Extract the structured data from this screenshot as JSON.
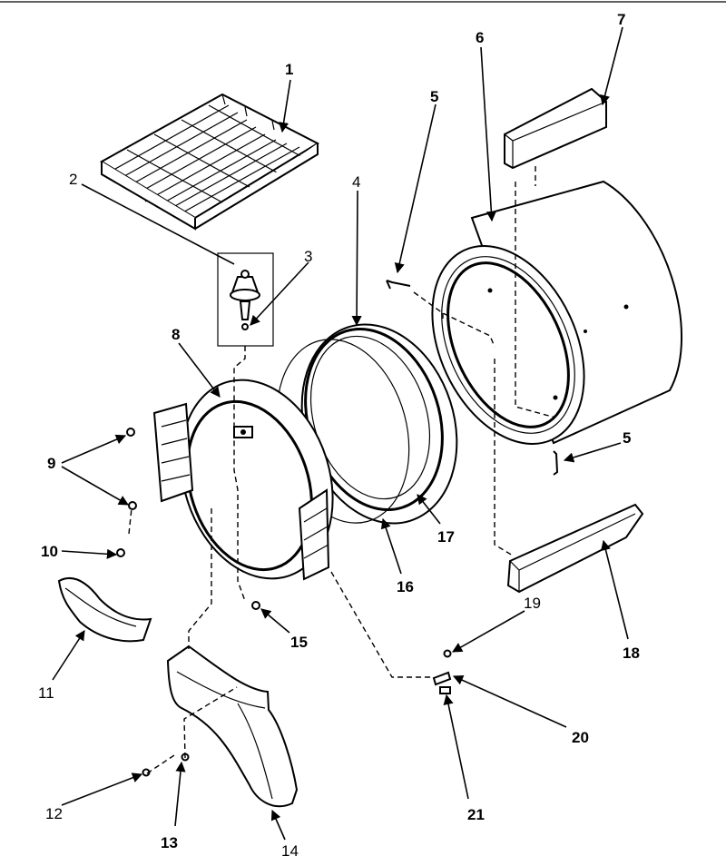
{
  "diagram": {
    "callouts": [
      {
        "id": "1",
        "text": "1"
      },
      {
        "id": "2",
        "text": "2"
      },
      {
        "id": "3",
        "text": "3"
      },
      {
        "id": "4",
        "text": "4"
      },
      {
        "id": "5a",
        "text": "5"
      },
      {
        "id": "5b",
        "text": "5"
      },
      {
        "id": "6",
        "text": "6"
      },
      {
        "id": "7",
        "text": "7"
      },
      {
        "id": "8",
        "text": "8"
      },
      {
        "id": "9",
        "text": "9"
      },
      {
        "id": "10",
        "text": "10"
      },
      {
        "id": "11",
        "text": "11"
      },
      {
        "id": "12",
        "text": "12"
      },
      {
        "id": "13",
        "text": "13"
      },
      {
        "id": "14",
        "text": "14"
      },
      {
        "id": "15",
        "text": "15"
      },
      {
        "id": "16",
        "text": "16"
      },
      {
        "id": "17",
        "text": "17"
      },
      {
        "id": "18",
        "text": "18"
      },
      {
        "id": "19",
        "text": "19"
      },
      {
        "id": "20",
        "text": "20"
      },
      {
        "id": "21",
        "text": "21"
      }
    ]
  }
}
